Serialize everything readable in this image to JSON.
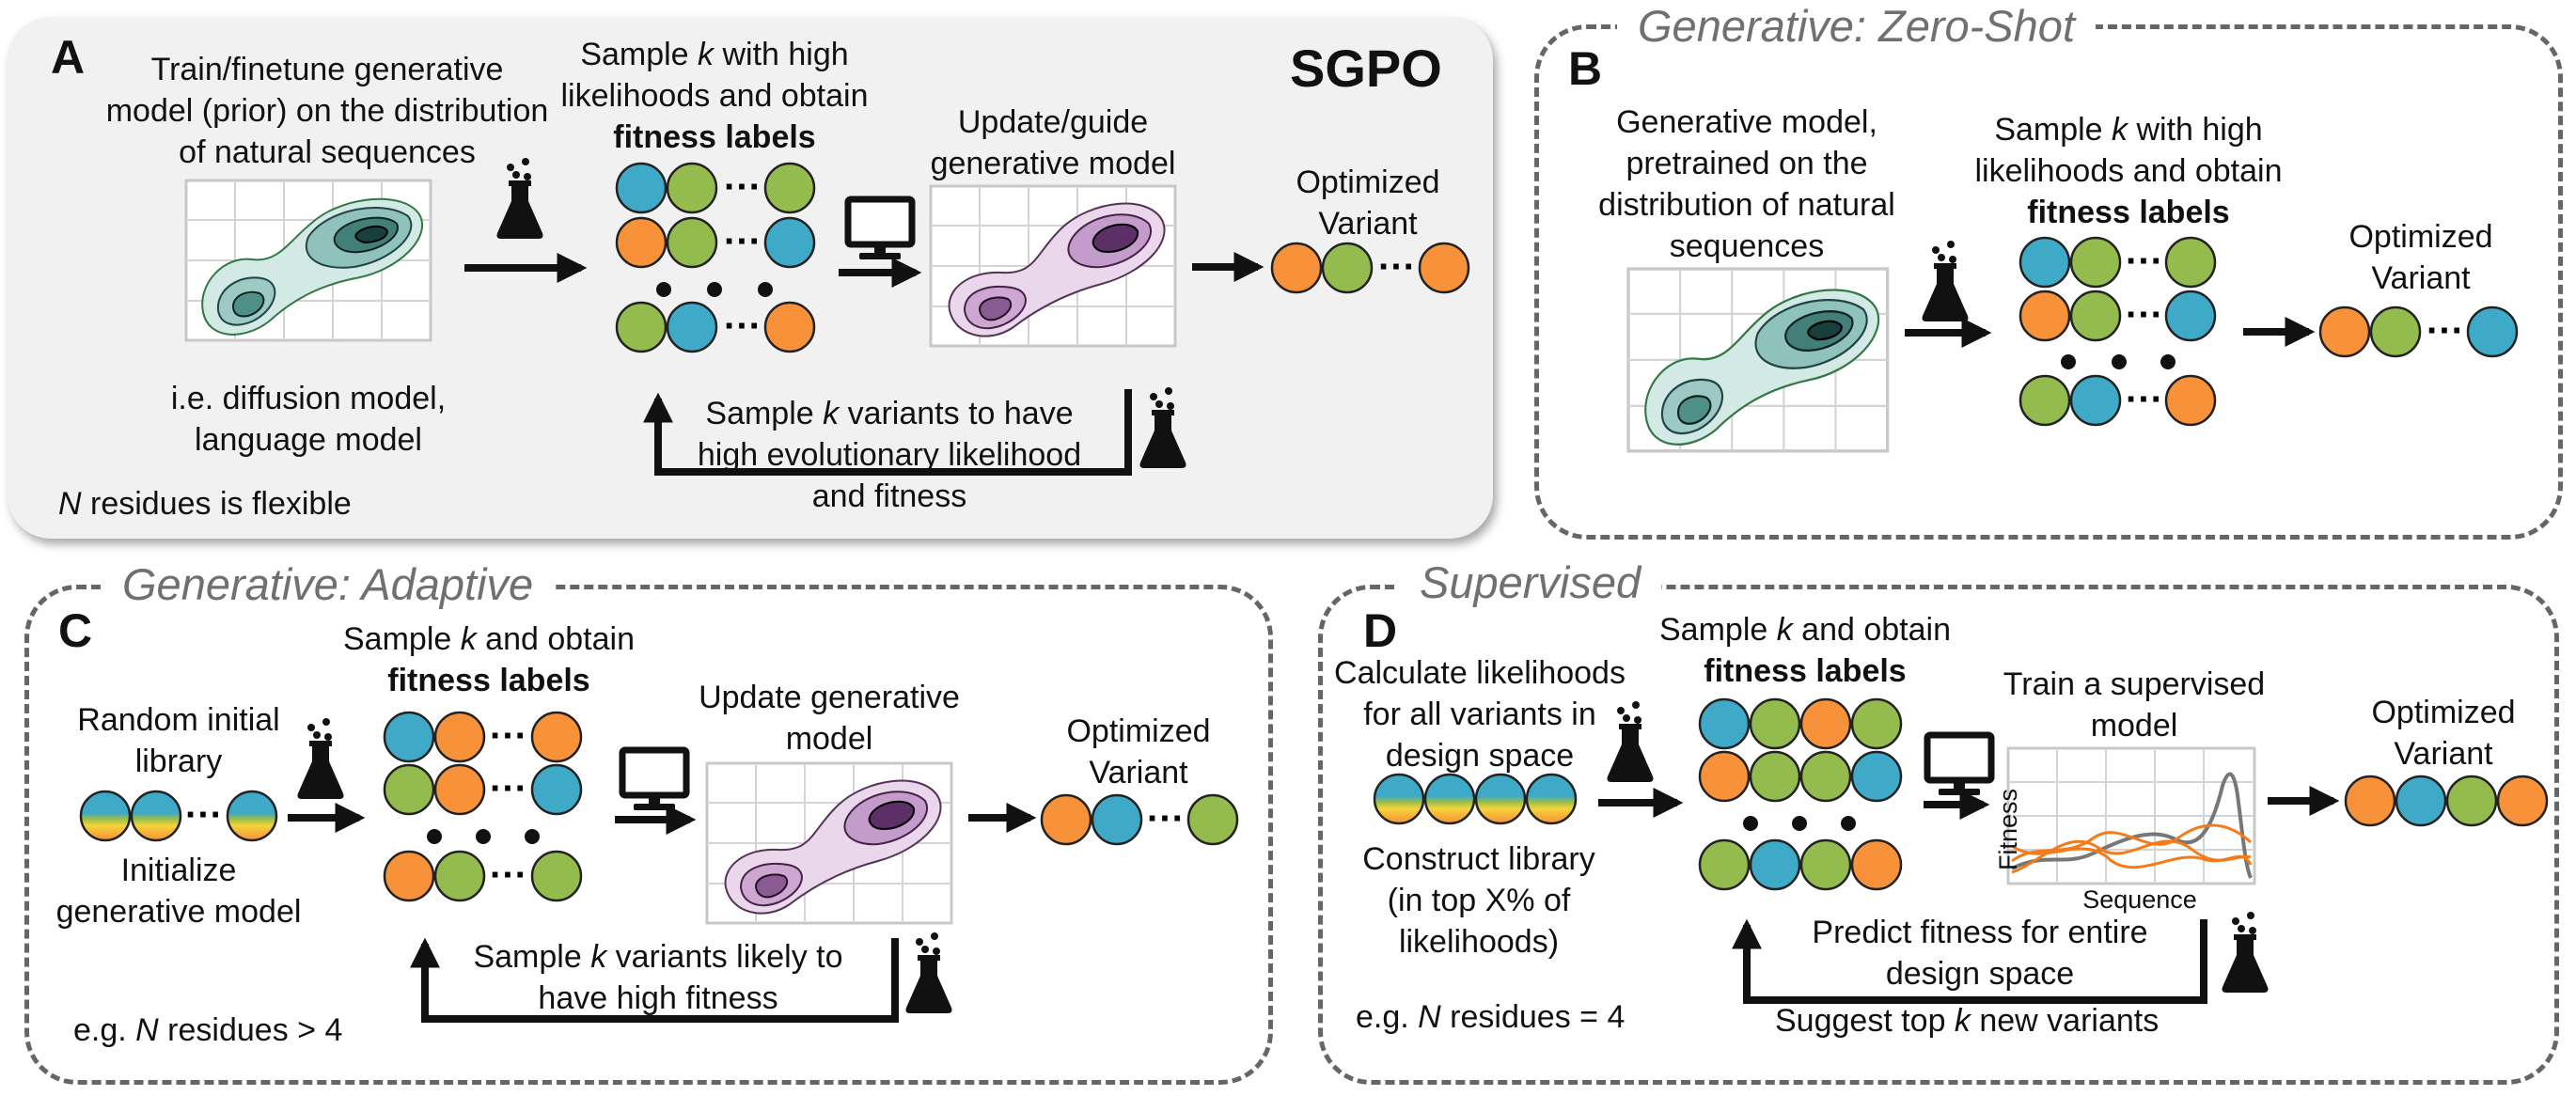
{
  "panel_a": {
    "letter": "A",
    "title": "SGPO",
    "text_prior_1": "Train/finetune generative",
    "text_prior_2": "model (prior) on the distribution",
    "text_prior_3": "of natural sequences",
    "text_sample_1": "Sample k with high",
    "text_sample_2": "likelihoods and obtain",
    "text_sample_3": "fitness labels",
    "text_update_1": "Update/guide",
    "text_update_2": "generative model",
    "text_opt_1": "Optimized",
    "text_opt_2": "Variant",
    "text_ie_1": "i.e. diffusion model,",
    "text_ie_2": "language model",
    "text_loop_1": "Sample k variants to have",
    "text_loop_2": "high evolutionary likelihood",
    "text_loop_3": "and fitness",
    "text_n": "N residues is flexible"
  },
  "panel_b": {
    "letter": "B",
    "title": "Generative: Zero-Shot",
    "text_gen_1": "Generative model,",
    "text_gen_2": "pretrained on the",
    "text_gen_3": "distribution of natural",
    "text_gen_4": "sequences",
    "text_sample_1": "Sample k with high",
    "text_sample_2": "likelihoods and obtain",
    "text_sample_3": "fitness labels",
    "text_opt_1": "Optimized",
    "text_opt_2": "Variant"
  },
  "panel_c": {
    "letter": "C",
    "title": "Generative: Adaptive",
    "text_rand_1": "Random initial",
    "text_rand_2": "library",
    "text_init_1": "Initialize",
    "text_init_2": "generative model",
    "text_sample_1": "Sample k and obtain",
    "text_sample_2": "fitness labels",
    "text_update_1": "Update generative",
    "text_update_2": "model",
    "text_opt_1": "Optimized",
    "text_opt_2": "Variant",
    "text_loop_1": "Sample k variants likely to",
    "text_loop_2": "have high fitness",
    "text_n": "e.g. N residues > 4"
  },
  "panel_d": {
    "letter": "D",
    "title": "Supervised",
    "text_calc_1": "Calculate likelihoods",
    "text_calc_2": "for all variants in",
    "text_calc_3": "design space",
    "text_lib_1": "Construct library",
    "text_lib_2": "(in top X% of",
    "text_lib_3": "likelihoods)",
    "text_sample_1": "Sample k and obtain",
    "text_sample_2": "fitness labels",
    "text_train_1": "Train a supervised",
    "text_train_2": "model",
    "axis_y": "Fitness",
    "axis_x": "Sequence",
    "text_opt_1": "Optimized",
    "text_opt_2": "Variant",
    "text_loop_1": "Predict fitness for entire",
    "text_loop_2": "design space",
    "text_suggest": "Suggest top k new variants",
    "text_n": "e.g. N residues = 4"
  },
  "colors": {
    "orange": "#f7913a",
    "green": "#93bb4e",
    "blue": "#3faac8",
    "teal_fill": "#cfe6e3",
    "purple_fill": "#e3cde6",
    "arrow": "#111111",
    "dash": "#666666"
  },
  "icons": [
    "flask-icon",
    "computer-icon"
  ]
}
